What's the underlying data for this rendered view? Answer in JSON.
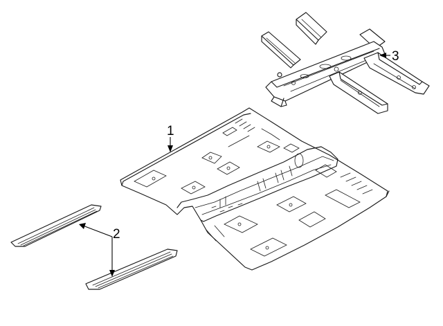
{
  "callouts": {
    "floor_pan": "1",
    "rocker_plates": "2",
    "crossmember": "3"
  }
}
